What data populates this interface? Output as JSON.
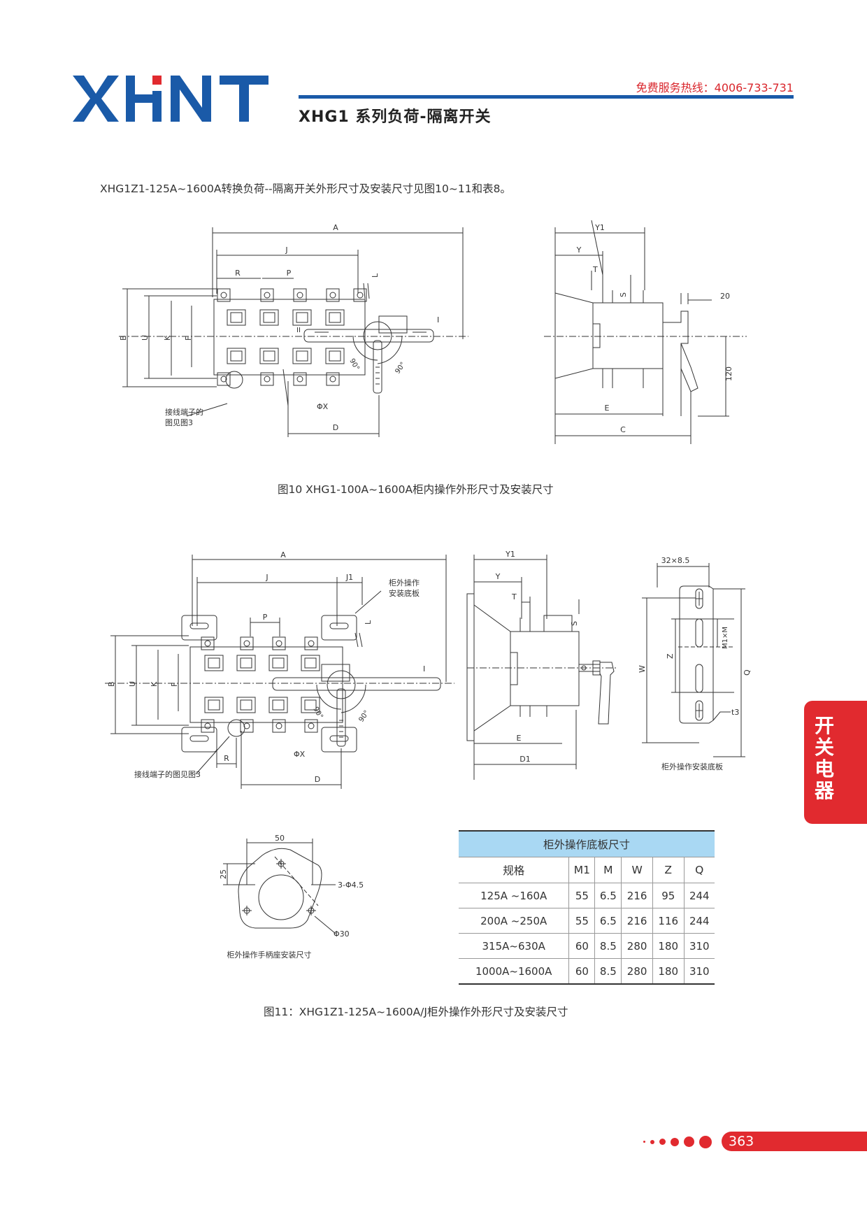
{
  "header": {
    "brand": "XHNT",
    "hotline": "免费服务热线：4006-733-731",
    "series_title": "XHG1  系列负荷-隔离开关",
    "brand_color": "#1a5aa8",
    "accent_color": "#e12a2f"
  },
  "intro_text": "XHG1Z1-125A~1600A转换负荷--隔离开关外形尺寸及安装尺寸见图10~11和表8。",
  "figure10": {
    "caption": "图10 XHG1-100A~1600A柜内操作外形尺寸及安装尺寸",
    "front_labels": {
      "A": "A",
      "J": "J",
      "R": "R",
      "P": "P",
      "L": "L",
      "B": "B",
      "U": "U",
      "K": "K",
      "F": "F",
      "I": "I",
      "II": "II",
      "phi_x": "ΦX",
      "D": "D",
      "angle1": "90°",
      "angle2": "90°"
    },
    "terminal_note_1": "接线端子的",
    "terminal_note_2": "图见图3",
    "side_labels": {
      "Y1": "Y1",
      "Y": "Y",
      "T": "T",
      "S": "S",
      "dim_20": "20",
      "dim_120": "120",
      "E": "E",
      "C": "C"
    }
  },
  "figure11": {
    "caption": "图11：XHG1Z1-125A~1600A/J柜外操作外形尺寸及安装尺寸",
    "front_labels": {
      "A": "A",
      "J": "J",
      "J1": "J1",
      "P": "P",
      "L": "L",
      "B": "B",
      "U": "U",
      "K": "K",
      "F": "F",
      "I": "I",
      "R": "R",
      "phi_x": "ΦX",
      "D": "D",
      "angle1": "90°",
      "angle2": "90°"
    },
    "panel_note_1": "柜外操作",
    "panel_note_2": "安装底板",
    "terminal_note": "接线端子的图见图3",
    "side_labels": {
      "Y1": "Y1",
      "Y": "Y",
      "T": "T",
      "S": "S",
      "E": "E",
      "D1": "D1"
    },
    "baseplate": {
      "dim": "32×8.5",
      "M1M": "M1×M",
      "Z": "Z",
      "W": "W",
      "Q": "Q",
      "t3": "t3",
      "caption": "柜外操作安装底板"
    },
    "handle_seat": {
      "dim_50": "50",
      "dim_25": "25",
      "holes": "3-Φ4.5",
      "phi30": "Φ30",
      "caption": "柜外操作手柄座安装尺寸"
    }
  },
  "table": {
    "title": "柜外操作底板尺寸",
    "headers": [
      "规格",
      "M1",
      "M",
      "W",
      "Z",
      "Q"
    ],
    "rows": [
      [
        "125A ~160A",
        "55",
        "6.5",
        "216",
        "95",
        "244"
      ],
      [
        "200A ~250A",
        "55",
        "6.5",
        "216",
        "116",
        "244"
      ],
      [
        "315A~630A",
        "60",
        "8.5",
        "280",
        "180",
        "310"
      ],
      [
        "1000A~1600A",
        "60",
        "8.5",
        "280",
        "180",
        "310"
      ]
    ]
  },
  "side_tab": {
    "line1": "开",
    "line2": "关",
    "line3": "电",
    "line4": "器"
  },
  "footer": {
    "page_number": "363"
  }
}
